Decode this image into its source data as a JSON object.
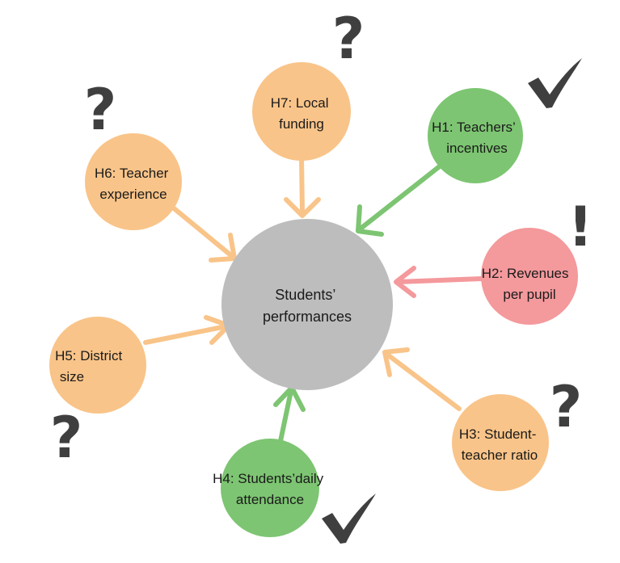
{
  "center": {
    "lines": [
      "Students’",
      "performances"
    ],
    "color": "#bdbdbd"
  },
  "colors": {
    "orange_node": "#f9c489",
    "orange_arrow": "#f9c489",
    "green_node": "#7dc572",
    "green_arrow": "#7dc572",
    "red_node": "#f4999c",
    "red_arrow": "#f4999c",
    "mark": "#3f3f3f"
  },
  "hypotheses": [
    {
      "id": "h1",
      "lines": [
        "H1: Teachers’",
        "incentives"
      ],
      "color": "green",
      "status": "check-icon"
    },
    {
      "id": "h2",
      "lines": [
        "H2: Revenues",
        "per pupil"
      ],
      "color": "red",
      "status": "exclamation-icon"
    },
    {
      "id": "h3",
      "lines": [
        "H3: Student-",
        "teacher ratio"
      ],
      "color": "orange",
      "status": "question-icon"
    },
    {
      "id": "h4",
      "lines": [
        "H4: Students’daily",
        "attendance"
      ],
      "color": "green",
      "status": "check-icon"
    },
    {
      "id": "h5",
      "lines": [
        "H5: District",
        "size"
      ],
      "color": "orange",
      "status": "question-icon"
    },
    {
      "id": "h6",
      "lines": [
        "H6: Teacher",
        "experience"
      ],
      "color": "orange",
      "status": "question-icon"
    },
    {
      "id": "h7",
      "lines": [
        "H7: Local",
        "funding"
      ],
      "color": "orange",
      "status": "question-icon"
    }
  ]
}
